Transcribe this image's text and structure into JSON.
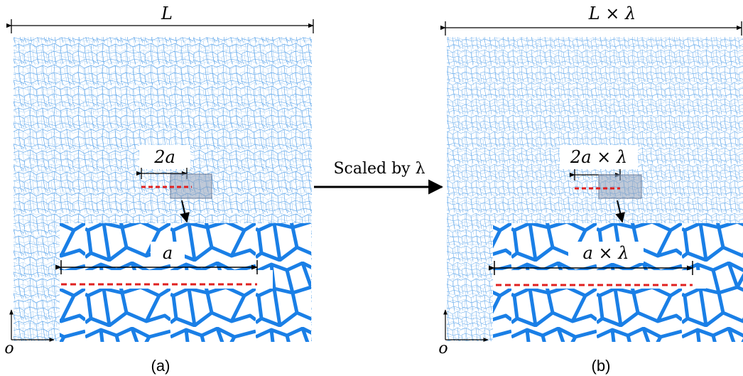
{
  "panel_a": {
    "dim_outer": "L",
    "dim_crack_small": "2a",
    "dim_crack_zoom": "a",
    "origin": "o",
    "caption": "(a)"
  },
  "panel_b": {
    "dim_outer": "L × λ",
    "dim_crack_small": "2a × λ",
    "dim_crack_zoom": "a × λ",
    "origin": "o",
    "caption": "(b)"
  },
  "arrow_label": "Scaled by λ",
  "colors": {
    "mesh": "#1a7fe6",
    "mesh_light": "#5aa7ee",
    "crack": "#e0201f",
    "zoom_box": "#8a9cb8"
  }
}
